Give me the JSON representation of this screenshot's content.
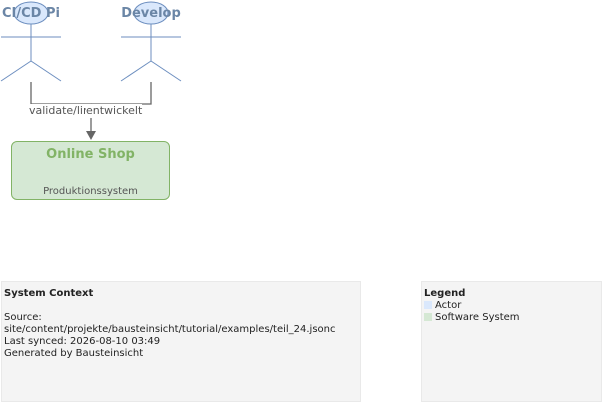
{
  "actors": [
    {
      "name": "CI/CD Pi"
    },
    {
      "name": "Develop"
    }
  ],
  "edges": [
    {
      "label": "validate/lint"
    },
    {
      "label": "entwickelt"
    }
  ],
  "system": {
    "title": "Online Shop",
    "subtitle": "Produktionssystem"
  },
  "info": {
    "title": "System Context",
    "source_label": "Source:",
    "source_path": "site/content/projekte/bausteinsicht/tutorial/examples/teil_24.jsonc",
    "last_synced": "Last synced: 2026-08-10 03:49",
    "generated_by": "Generated by Bausteinsicht"
  },
  "legend": {
    "title": "Legend",
    "items": [
      {
        "label": "Actor",
        "color": "#dae8fc"
      },
      {
        "label": "Software System",
        "color": "#d5e8d4"
      }
    ]
  },
  "colors": {
    "actor_fill": "#dae8fc",
    "actor_stroke": "#6c8ebf",
    "system_fill": "#d5e8d4",
    "system_stroke": "#82b366",
    "edge": "#666666",
    "panel": "#f4f4f4"
  }
}
